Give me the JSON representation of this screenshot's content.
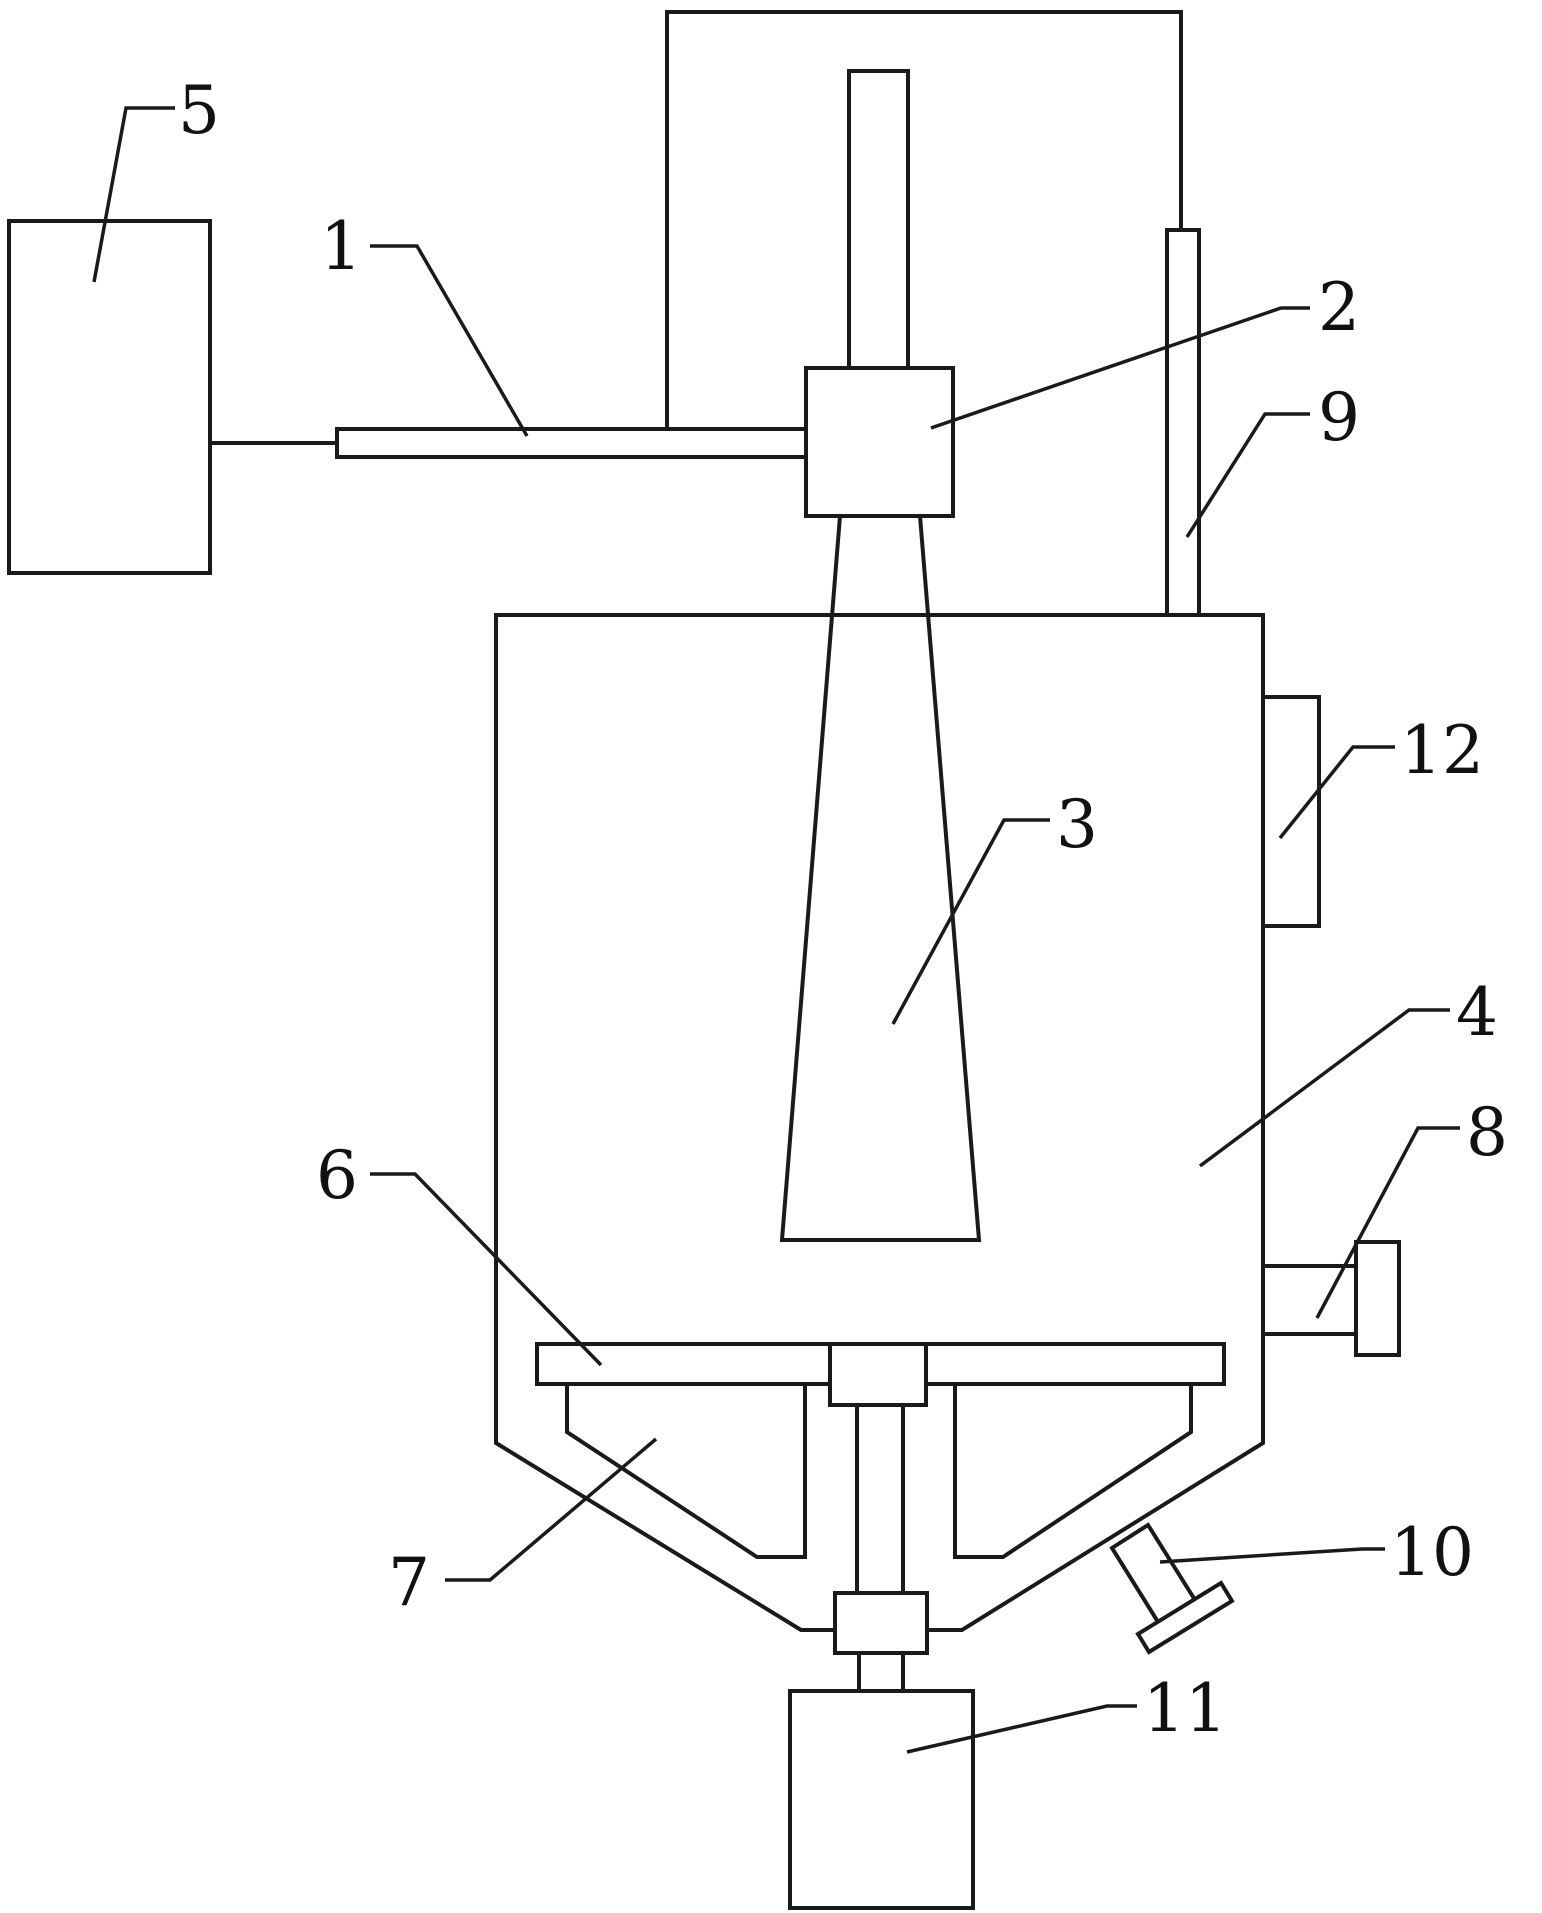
{
  "diagram": {
    "colors": {
      "stroke": "#1a1a1a",
      "label": "#111111",
      "background": "#ffffff"
    },
    "callouts": [
      {
        "id": "c1",
        "text": "1"
      },
      {
        "id": "c2",
        "text": "2"
      },
      {
        "id": "c3",
        "text": "3"
      },
      {
        "id": "c4",
        "text": "4"
      },
      {
        "id": "c5",
        "text": "5"
      },
      {
        "id": "c6",
        "text": "6"
      },
      {
        "id": "c7",
        "text": "7"
      },
      {
        "id": "c8",
        "text": "8"
      },
      {
        "id": "c9",
        "text": "9"
      },
      {
        "id": "c10",
        "text": "10"
      },
      {
        "id": "c11",
        "text": "11"
      },
      {
        "id": "c12",
        "text": "12"
      }
    ]
  }
}
